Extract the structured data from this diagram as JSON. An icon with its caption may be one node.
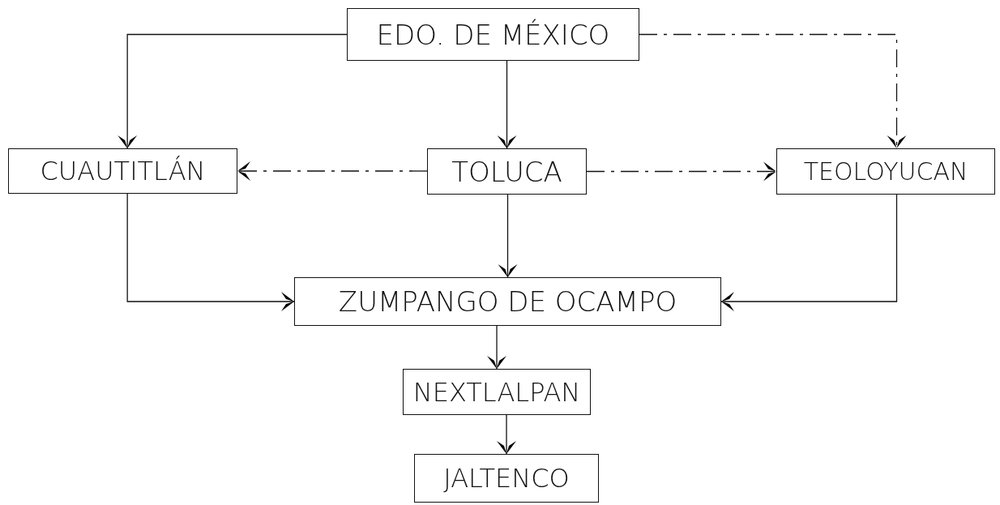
{
  "diagram": {
    "nodes": [
      {
        "text": [
          "EDO. DE MÉXICO"
        ]
      },
      {
        "text": [
          "CUAUTITLÁN"
        ]
      },
      {
        "text": [
          "TOLUCA"
        ]
      },
      {
        "text": [
          "TEOLOYUCAN"
        ]
      },
      {
        "text": [
          "ZUMPANGO DE OCAMPO"
        ]
      },
      {
        "text": [
          "NEXTLALPAN"
        ]
      },
      {
        "text": [
          "JALTENCO"
        ]
      }
    ],
    "edges": [
      {
        "from": 0,
        "to": 1,
        "arrow": "to"
      },
      {
        "from": 0,
        "to": 2,
        "arrow": "to"
      },
      {
        "from": 0,
        "to": 3,
        "arrow": "to",
        "style": "dashed"
      },
      {
        "from": 2,
        "to": 1,
        "arrow": "to",
        "style": "dashed"
      },
      {
        "from": 2,
        "to": 3,
        "arrow": "to",
        "style": "dashed"
      },
      {
        "from": 1,
        "to": 4,
        "arrow": "to"
      },
      {
        "from": 2,
        "to": 4,
        "arrow": "to"
      },
      {
        "from": 3,
        "to": 4,
        "arrow": "to"
      },
      {
        "from": 4,
        "to": 5,
        "arrow": "to"
      },
      {
        "from": 5,
        "to": 6,
        "arrow": "to"
      }
    ]
  }
}
